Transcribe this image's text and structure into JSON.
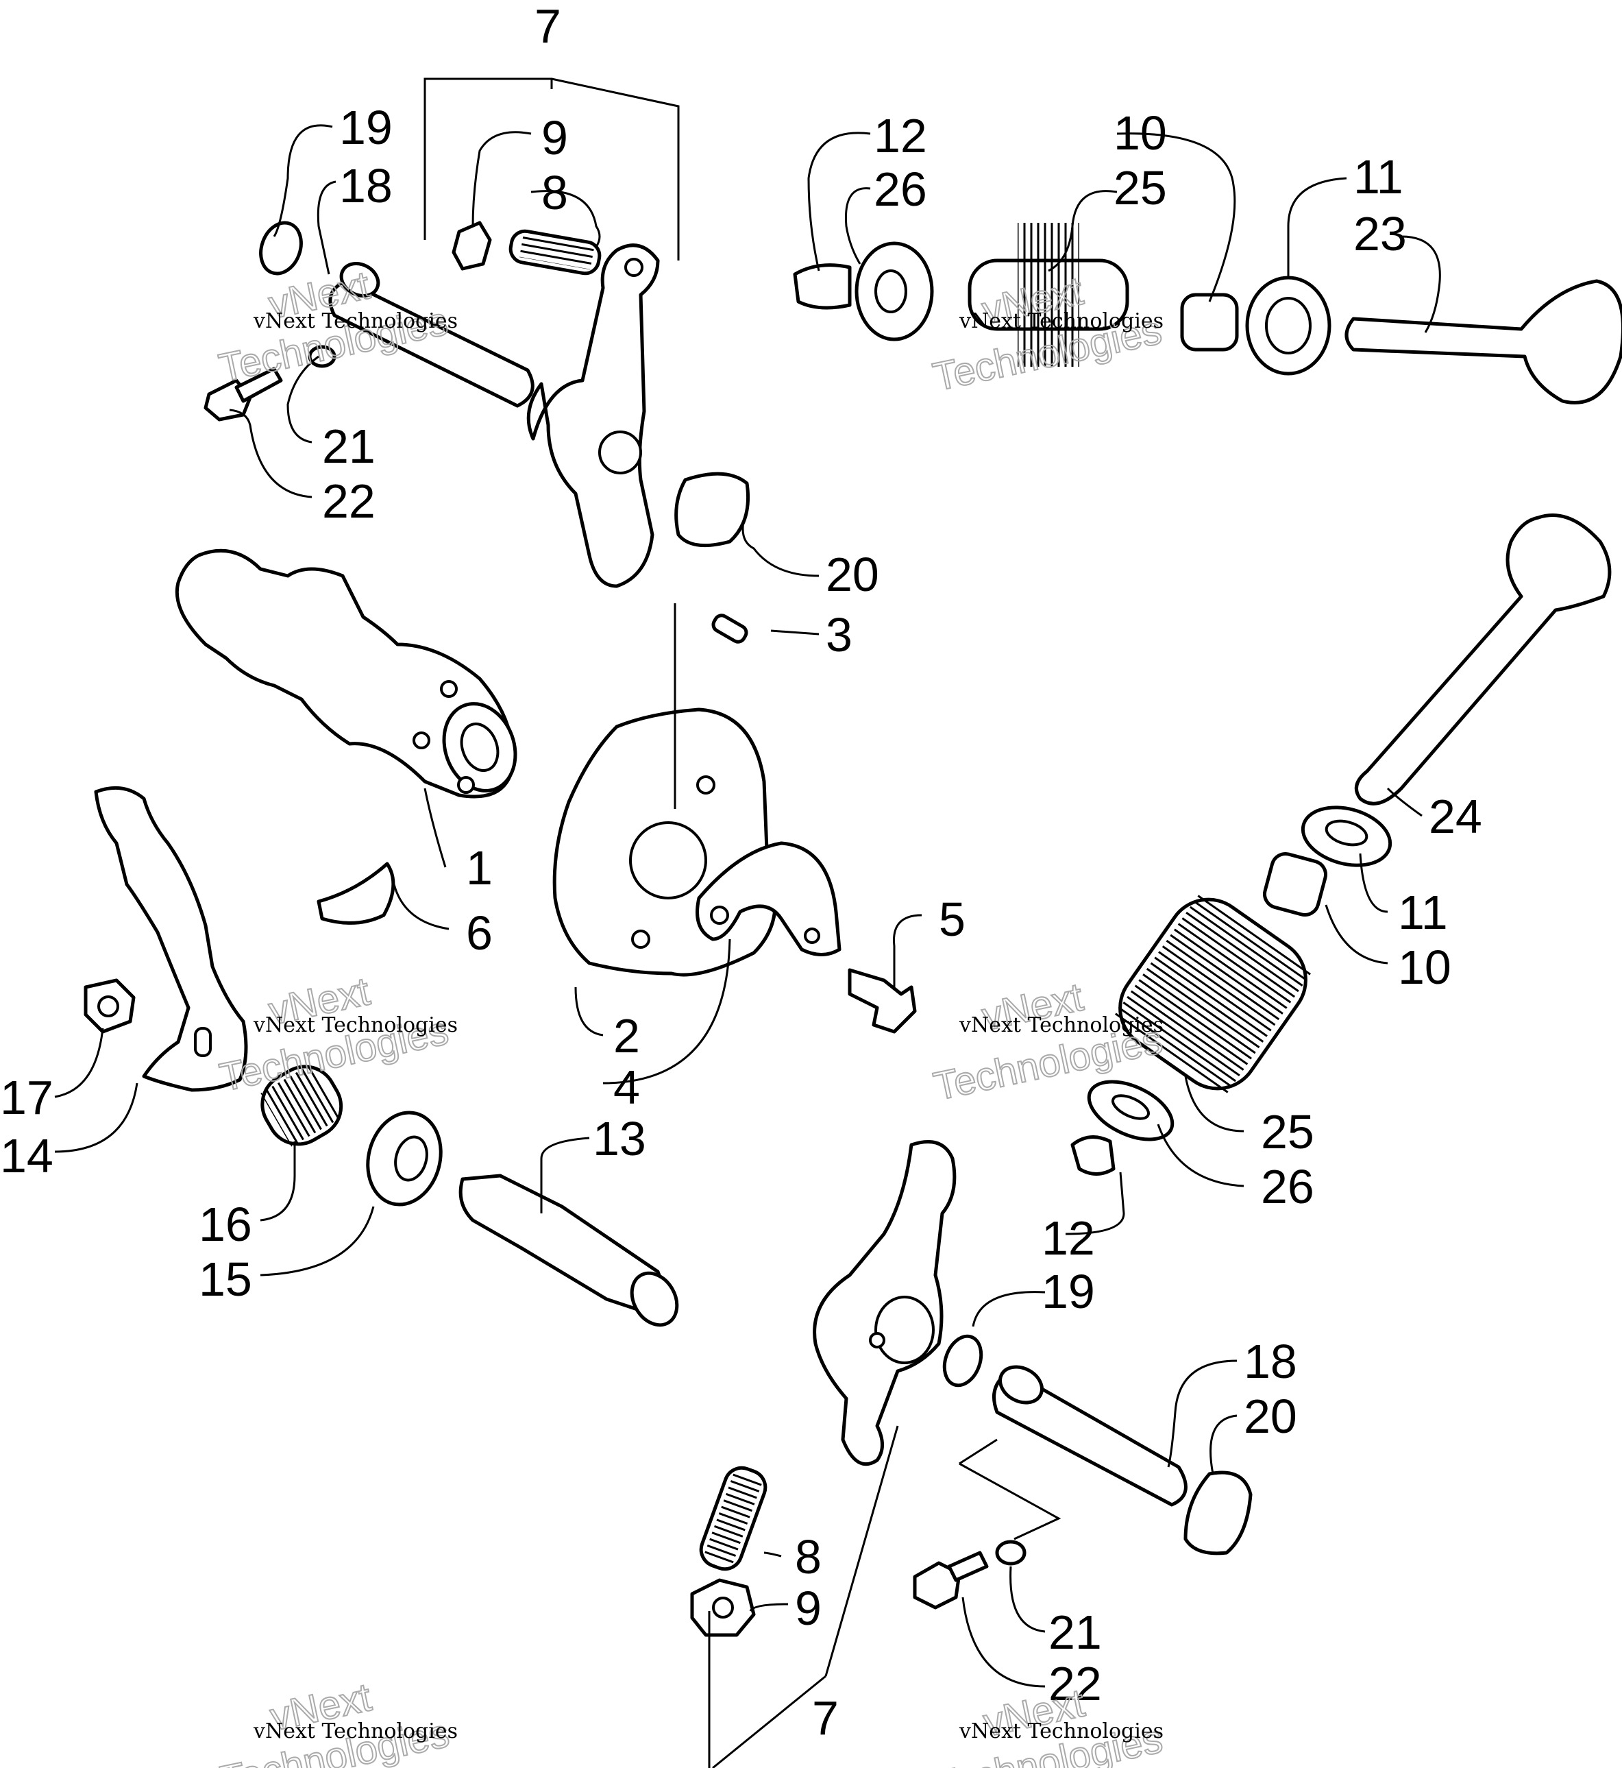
{
  "watermark": {
    "brand": "vNext",
    "subtitle": "Technologies",
    "line": "vNext Technologies"
  },
  "callouts": [
    {
      "id": "c7-top",
      "text": "7"
    },
    {
      "id": "c19-top",
      "text": "19"
    },
    {
      "id": "c18-top",
      "text": "18"
    },
    {
      "id": "c9-top",
      "text": "9"
    },
    {
      "id": "c8-top",
      "text": "8"
    },
    {
      "id": "c12-top",
      "text": "12"
    },
    {
      "id": "c26-top",
      "text": "26"
    },
    {
      "id": "c10-top",
      "text": "10"
    },
    {
      "id": "c25-top",
      "text": "25"
    },
    {
      "id": "c11-top",
      "text": "11"
    },
    {
      "id": "c23",
      "text": "23"
    },
    {
      "id": "c21-top",
      "text": "21"
    },
    {
      "id": "c22-top",
      "text": "22"
    },
    {
      "id": "c20-top",
      "text": "20"
    },
    {
      "id": "c3",
      "text": "3"
    },
    {
      "id": "c24",
      "text": "24"
    },
    {
      "id": "c1",
      "text": "1"
    },
    {
      "id": "c6",
      "text": "6"
    },
    {
      "id": "c5",
      "text": "5"
    },
    {
      "id": "c11-mid",
      "text": "11"
    },
    {
      "id": "c10-mid",
      "text": "10"
    },
    {
      "id": "c2",
      "text": "2"
    },
    {
      "id": "c4",
      "text": "4"
    },
    {
      "id": "c17",
      "text": "17"
    },
    {
      "id": "c14",
      "text": "14"
    },
    {
      "id": "c13",
      "text": "13"
    },
    {
      "id": "c25-mid",
      "text": "25"
    },
    {
      "id": "c26-mid",
      "text": "26"
    },
    {
      "id": "c16",
      "text": "16"
    },
    {
      "id": "c15",
      "text": "15"
    },
    {
      "id": "c12-mid",
      "text": "12"
    },
    {
      "id": "c19-bot",
      "text": "19"
    },
    {
      "id": "c18-bot",
      "text": "18"
    },
    {
      "id": "c20-bot",
      "text": "20"
    },
    {
      "id": "c8-bot",
      "text": "8"
    },
    {
      "id": "c9-bot",
      "text": "9"
    },
    {
      "id": "c21-bot",
      "text": "21"
    },
    {
      "id": "c22-bot",
      "text": "22"
    },
    {
      "id": "c7-bot",
      "text": "7"
    }
  ]
}
